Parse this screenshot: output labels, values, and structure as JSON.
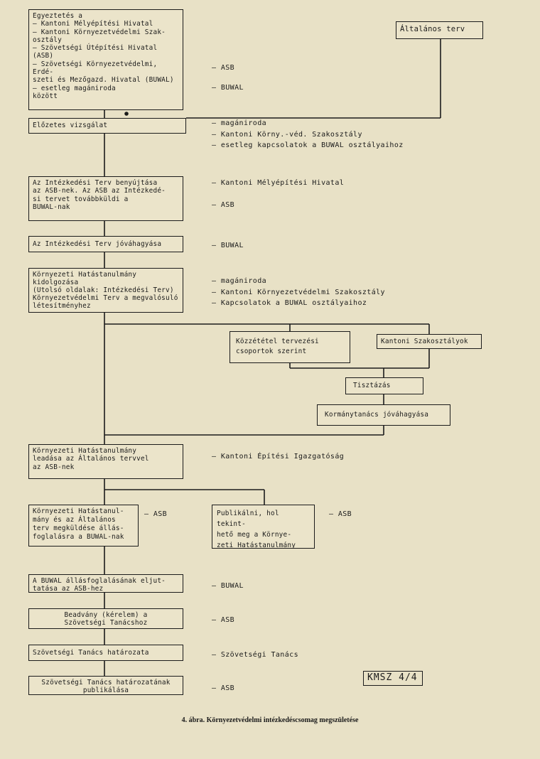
{
  "boxes": {
    "egyeztetes": "Egyeztetés a\n– Kantoni Mélyépítési Hivatal\n– Kantoni Környezetvédelmi Szak-\n   osztály\n– Szövetségi Útépítési Hivatal (ASB)\n– Szövetségi Környezetvédelmi, Erdé-\n   szeti és Mezőgazd. Hivatal (BUWAL)\n– esetleg magániroda\n   között",
    "altalanos_terv": "Általános terv",
    "elozetes": "Előzetes vizsgálat",
    "benyujtas": "Az Intézkedési Terv benyújtása\naz ASB-nek. Az ASB az Intézkedé-\nsi tervet továbbküldi a\nBUWAL-nak",
    "jovahagyas": "Az Intézkedési Terv jóváhagyása",
    "kht_kidolgozas": "Környezeti Hatástanulmány\nkidolgozása\n(Utolsó oldalak: Intézkedési Terv)\nKörnyezetvédelmi Terv a megvalósuló\nlétesítményhez",
    "kozzetetel": "Közzététel tervezési\ncsoportok szerint",
    "kantoni_szakosztalyok": "Kantoni Szakosztályok",
    "tisztazas": "Tisztázás",
    "kormanytanacs": "Kormánytanács jóváhagyása",
    "kht_leadasa": "Környezeti Hatástanulmány\nleadása az Általános tervvel\naz ASB-nek",
    "kht_megkuldese": "Környezeti Hatástanul-\nmány és az Általános\nterv megküldése állás-\nfoglalásra a BUWAL-nak",
    "publikalni": "Publikálni, hol tekint-\nhető meg a Környe-\nzeti Hatástanulmány",
    "buwal_allasfoglalas": "A BUWAL állásfoglalásának eljut-\ntatása az ASB-hez",
    "beadvany": "Beadvány (kérelem) a\nSzövetségi Tanácshoz",
    "szov_tanacs_hat": "Szövetségi Tanács határozata",
    "szov_tanacs_publ": "Szövetségi Tanács határozatának\npublikálása"
  },
  "notes": {
    "egyeztetes_asb": "– ASB",
    "egyeztetes_buwal": "– BUWAL",
    "elozetes": "– magániroda\n– Kantoni Körny.-véd. Szakosztály\n– esetleg kapcsolatok a BUWAL osztályaihoz",
    "benyujtas": "– Kantoni Mélyépítési Hivatal\n\n– ASB",
    "jovahagyas": "– BUWAL",
    "kht_kidolgozas": "– magániroda\n– Kantoni Környezetvédelmi Szakosztály\n– Kapcsolatok a BUWAL osztályaihoz",
    "kht_leadasa": "– Kantoni Építési Igazgatóság",
    "kht_megkuldese": "– ASB",
    "publikalni": "– ASB",
    "buwal_allasfoglalas": "– BUWAL",
    "beadvany": "– ASB",
    "szov_tanacs_hat": "– Szövetségi Tanács",
    "szov_tanacs_publ": "– ASB"
  },
  "stamp": "KMSZ 4/4",
  "caption": "4. ábra. Környezetvédelmi intézkedéscsomag megszületése",
  "colors": {
    "paper": "#e8e1c6",
    "ink": "#1b1b1b"
  }
}
